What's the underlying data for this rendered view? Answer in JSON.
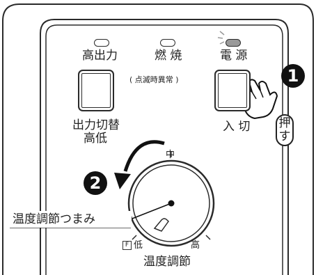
{
  "indicators": {
    "high_output": "高出力",
    "combustion": "燃 焼",
    "combustion_note": "( 点滅時異常 )",
    "power": "電 源"
  },
  "buttons": {
    "output_switch_line1": "出力切替",
    "output_switch_line2": "高低",
    "power_switch": "入 切"
  },
  "steps": {
    "step1": "1",
    "step2": "2"
  },
  "push_label_top": "押",
  "push_label_bottom": "す",
  "dial": {
    "top_label": "中",
    "low_prefix": "F",
    "low_label": "低",
    "high_label": "高",
    "caption": "温度調節",
    "callout": "温度調節つまみ"
  },
  "colors": {
    "panel_line": "#2a2a2a",
    "lamp_lit": "#9a9a9a",
    "background": "#ffffff"
  }
}
